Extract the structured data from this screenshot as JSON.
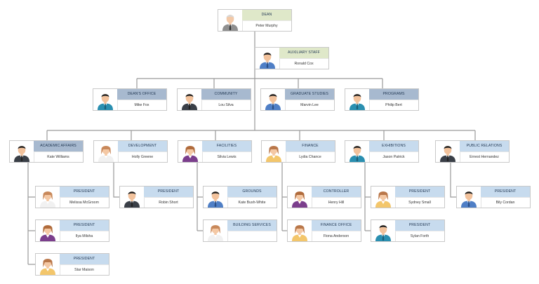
{
  "colors": {
    "line": "#9a9a9a",
    "green": "#dfe8c9",
    "slate": "#a7b9cf",
    "blue": "#c7dbee"
  },
  "nodes": [
    {
      "id": "dean",
      "title": "DEAN",
      "name": "Peter Murphy",
      "color": "green",
      "avatar": "man-gray-suit-icon"
    },
    {
      "id": "aux",
      "title": "AUXILIARY STAFF",
      "name": "Ronald Cox",
      "color": "green",
      "avatar": "man-blue-shirt-icon"
    },
    {
      "id": "deans_office",
      "title": "DEAN'S OFFICE",
      "name": "Mike Fox",
      "color": "slate",
      "avatar": "man-teal-shirt-icon"
    },
    {
      "id": "community",
      "title": "COMMUNITY",
      "name": "Lou Silva",
      "color": "slate",
      "avatar": "man-dark-suit-icon"
    },
    {
      "id": "grad",
      "title": "GRADUATE STUDIES",
      "name": "Marvin Lee",
      "color": "slate",
      "avatar": "man-blue-shirt-icon"
    },
    {
      "id": "programs",
      "title": "PROGRAMS",
      "name": "Philip Bert",
      "color": "slate",
      "avatar": "man-teal-shirt-icon"
    },
    {
      "id": "acad",
      "title": "ACADEMIC AFFAIRS",
      "name": "Kate Williams",
      "color": "slate",
      "avatar": "man-dark-suit-icon"
    },
    {
      "id": "dev",
      "title": "DEVELOPMENT",
      "name": "Holly Greene",
      "color": "blue",
      "avatar": "woman-white-icon"
    },
    {
      "id": "fac",
      "title": "FACILITIES",
      "name": "Silvia Lewis",
      "color": "blue",
      "avatar": "woman-purple-icon"
    },
    {
      "id": "fin",
      "title": "FINANCE",
      "name": "Lydia Chance",
      "color": "blue",
      "avatar": "woman-yellow-icon"
    },
    {
      "id": "exh",
      "title": "EXHIBITIONS",
      "name": "Jason Patrick",
      "color": "blue",
      "avatar": "man-teal-shirt-icon"
    },
    {
      "id": "pr",
      "title": "PUBLIC RELATIONS",
      "name": "Ernest Hernandez",
      "color": "blue",
      "avatar": "man-dark-suit-icon"
    },
    {
      "id": "p_acad1",
      "title": "PRESIDENT",
      "name": "Melissa McGroom",
      "color": "blue",
      "avatar": "woman-white-icon"
    },
    {
      "id": "p_acad2",
      "title": "PRESIDENT",
      "name": "Ilya Milsha",
      "color": "blue",
      "avatar": "woman-purple-icon"
    },
    {
      "id": "p_acad3",
      "title": "PRESIDENT",
      "name": "Star Maison",
      "color": "blue",
      "avatar": "woman-yellow-icon"
    },
    {
      "id": "p_dev",
      "title": "PRESIDENT",
      "name": "Robin Short",
      "color": "blue",
      "avatar": "man-dark-suit-icon"
    },
    {
      "id": "grounds",
      "title": "GROUNDS",
      "name": "Kate Bush-White",
      "color": "blue",
      "avatar": "man-blue-shirt-icon"
    },
    {
      "id": "bldg",
      "title": "BUILDING SERVICES",
      "name": "",
      "color": "blue",
      "avatar": "woman-white-icon"
    },
    {
      "id": "ctrl",
      "title": "CONTROLLER",
      "name": "Henry Hill",
      "color": "blue",
      "avatar": "woman-purple-icon"
    },
    {
      "id": "finoff",
      "title": "FINANCE OFFICE",
      "name": "Fiona Anderson",
      "color": "blue",
      "avatar": "woman-yellow-icon"
    },
    {
      "id": "p_exh1",
      "title": "PRESIDENT",
      "name": "Sydney Small",
      "color": "blue",
      "avatar": "woman-yellow-icon"
    },
    {
      "id": "p_exh2",
      "title": "PRESIDENT",
      "name": "Sylan Forth",
      "color": "blue",
      "avatar": "man-teal-shirt-icon"
    },
    {
      "id": "p_pr",
      "title": "PRESIDENT",
      "name": "Bily Cordan",
      "color": "blue",
      "avatar": "man-blue-shirt-icon"
    }
  ]
}
